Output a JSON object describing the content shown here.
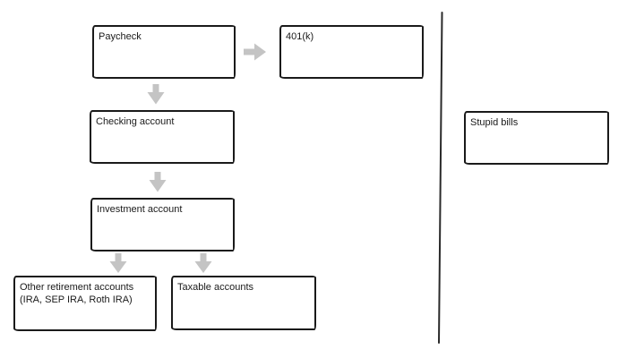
{
  "diagram": {
    "nodes": {
      "paycheck": {
        "label": "Paycheck"
      },
      "k401": {
        "label": "401(k)"
      },
      "checking": {
        "label": "Checking account"
      },
      "investment": {
        "label": "Investment account"
      },
      "other_retirement": {
        "label": "Other retirement accounts\n(IRA, SEP IRA, Roth IRA)"
      },
      "taxable": {
        "label": "Taxable accounts"
      },
      "stupid_bills": {
        "label": "Stupid bills"
      }
    },
    "edges": [
      {
        "from": "Paycheck",
        "to": "401(k)",
        "direction": "right"
      },
      {
        "from": "Paycheck",
        "to": "Checking account",
        "direction": "down"
      },
      {
        "from": "Checking account",
        "to": "Investment account",
        "direction": "down"
      },
      {
        "from": "Investment account",
        "to": "Other retirement accounts (IRA, SEP IRA, Roth IRA)",
        "direction": "down"
      },
      {
        "from": "Investment account",
        "to": "Taxable accounts",
        "direction": "down"
      }
    ],
    "colors": {
      "background": "#ffffff",
      "box_border": "#1a1a1a",
      "text": "#1a1a1a",
      "arrow": "#c4c4c4",
      "divider": "#2a2a2a"
    }
  }
}
